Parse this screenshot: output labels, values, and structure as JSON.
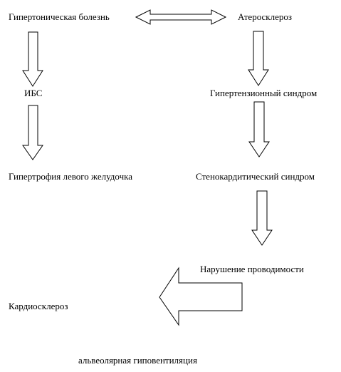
{
  "nodes": {
    "hypertension": "Гипертоническая болезнь",
    "atherosclerosis": "Атеросклероз",
    "ibs": "ИБС",
    "hypertensive_syndrome": "Гипертензионный синдром",
    "lv_hypertrophy": "Гипертрофия левого желудочка",
    "stenocardia_syndrome": "Стенокардитический синдром",
    "conduction_disorder": "Нарушение проводимости",
    "cardiosclerosis": "Кардиосклероз",
    "alveolar_hypoventilation": "альвеолярная гиповентиляция"
  },
  "edges": [
    {
      "from": "hypertension",
      "to": "atherosclerosis",
      "type": "bidirectional"
    },
    {
      "from": "hypertension",
      "to": "ibs",
      "type": "down"
    },
    {
      "from": "ibs",
      "to": "lv_hypertrophy",
      "type": "down"
    },
    {
      "from": "atherosclerosis",
      "to": "hypertensive_syndrome",
      "type": "down"
    },
    {
      "from": "hypertensive_syndrome",
      "to": "stenocardia_syndrome",
      "type": "down"
    },
    {
      "from": "stenocardia_syndrome",
      "to": "conduction_disorder",
      "type": "down"
    },
    {
      "from": "conduction_disorder",
      "to": "cardiosclerosis",
      "type": "left"
    }
  ]
}
